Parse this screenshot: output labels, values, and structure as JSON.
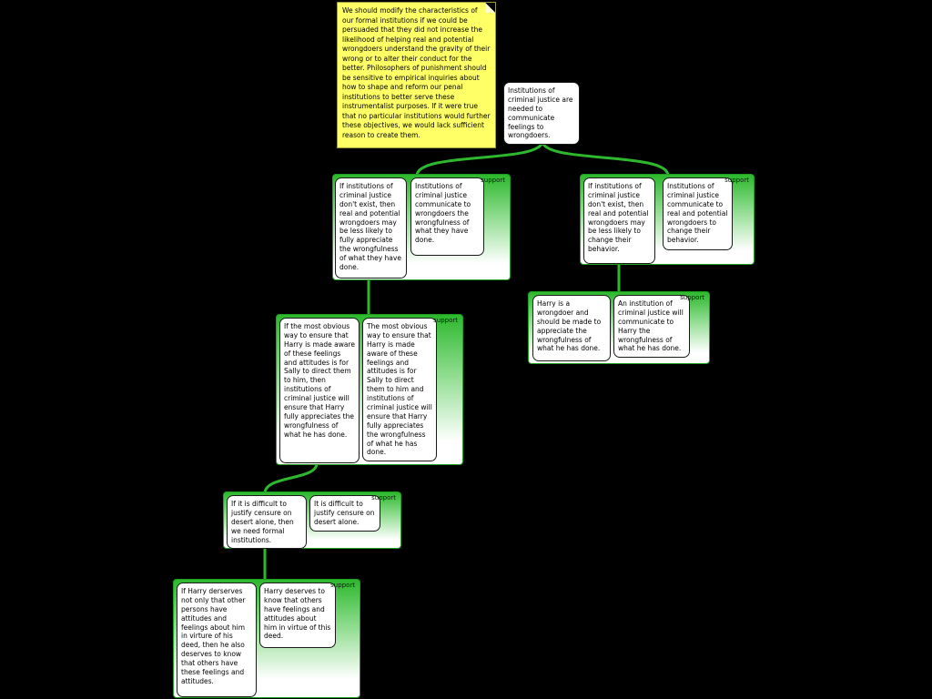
{
  "note": {
    "text": "We should modify the characteristics of our formal institutions if we could be persuaded that they did not increase the likelihood of helping real and potential wrongdoers understand the gravity of their wrong or to alter their conduct for the better. Philosophers of punishment should be sensitive to empirical inquiries about how to shape and reform our penal institutions to better serve these instrumentalist purposes. If it were true that no particular institutions would further these objectives, we would lack sufficient reason to create them."
  },
  "claim": {
    "text": "Institutions of criminal justice are needed to communicate feelings to wrongdoers."
  },
  "groups": [
    {
      "label": "support",
      "premises": [
        "If institutions of criminal justice don't exist, then real and potential wrongdoers may be less likely to fully appreciate the wrongfulness of what they have done.",
        "Institutions of criminal justice communicate to wrongdoers the wrongfulness of what they have done."
      ]
    },
    {
      "label": "support",
      "premises": [
        "If institutions of criminal justice don't exist, then real and potential wrongdoers may be less likely to change their behavior.",
        "Institutions of criminal justice communicate to real and potential wrongdoers to change their behavior."
      ]
    },
    {
      "label": "support",
      "premises": [
        "Harry is a wrongdoer and should be made to appreciate the wrongfulness of what he has done.",
        "An institution of criminal justice will communicate to Harry the wrongfulness of what he has done."
      ]
    },
    {
      "label": "support",
      "premises": [
        "If the most obvious way to ensure that Harry is made aware of these feelings and attitudes is for Sally to direct them to him, then institutions of criminal justice will ensure that Harry fully appreciates the wrongfulness of what he has done.",
        "The most obvious way to ensure that Harry is made aware of these feelings and attitudes is for Sally to direct them to him and institutions of criminal justice will ensure that Harry fully appreciates the wrongfulness of what he has done."
      ]
    },
    {
      "label": "support",
      "premises": [
        "If it is difficult to justify censure on desert alone, then we need formal institutions.",
        "It is difficult to justify censure on desert alone."
      ]
    },
    {
      "label": "support",
      "premises": [
        "If Harry derserves not only that other persons have attitudes and feelings about him in virture of his deed, then he also deserves to know that others have these feelings and attitudes.",
        "Harry deserves to know that others have feelings and attitudes about him in virtue of this deed."
      ]
    }
  ],
  "colors": {
    "canvas_bg": "#000000",
    "note_bg": "#ffff66",
    "support_fill": "#2db82d",
    "edge_green": "#2db82d",
    "node_bg": "#ffffff"
  }
}
